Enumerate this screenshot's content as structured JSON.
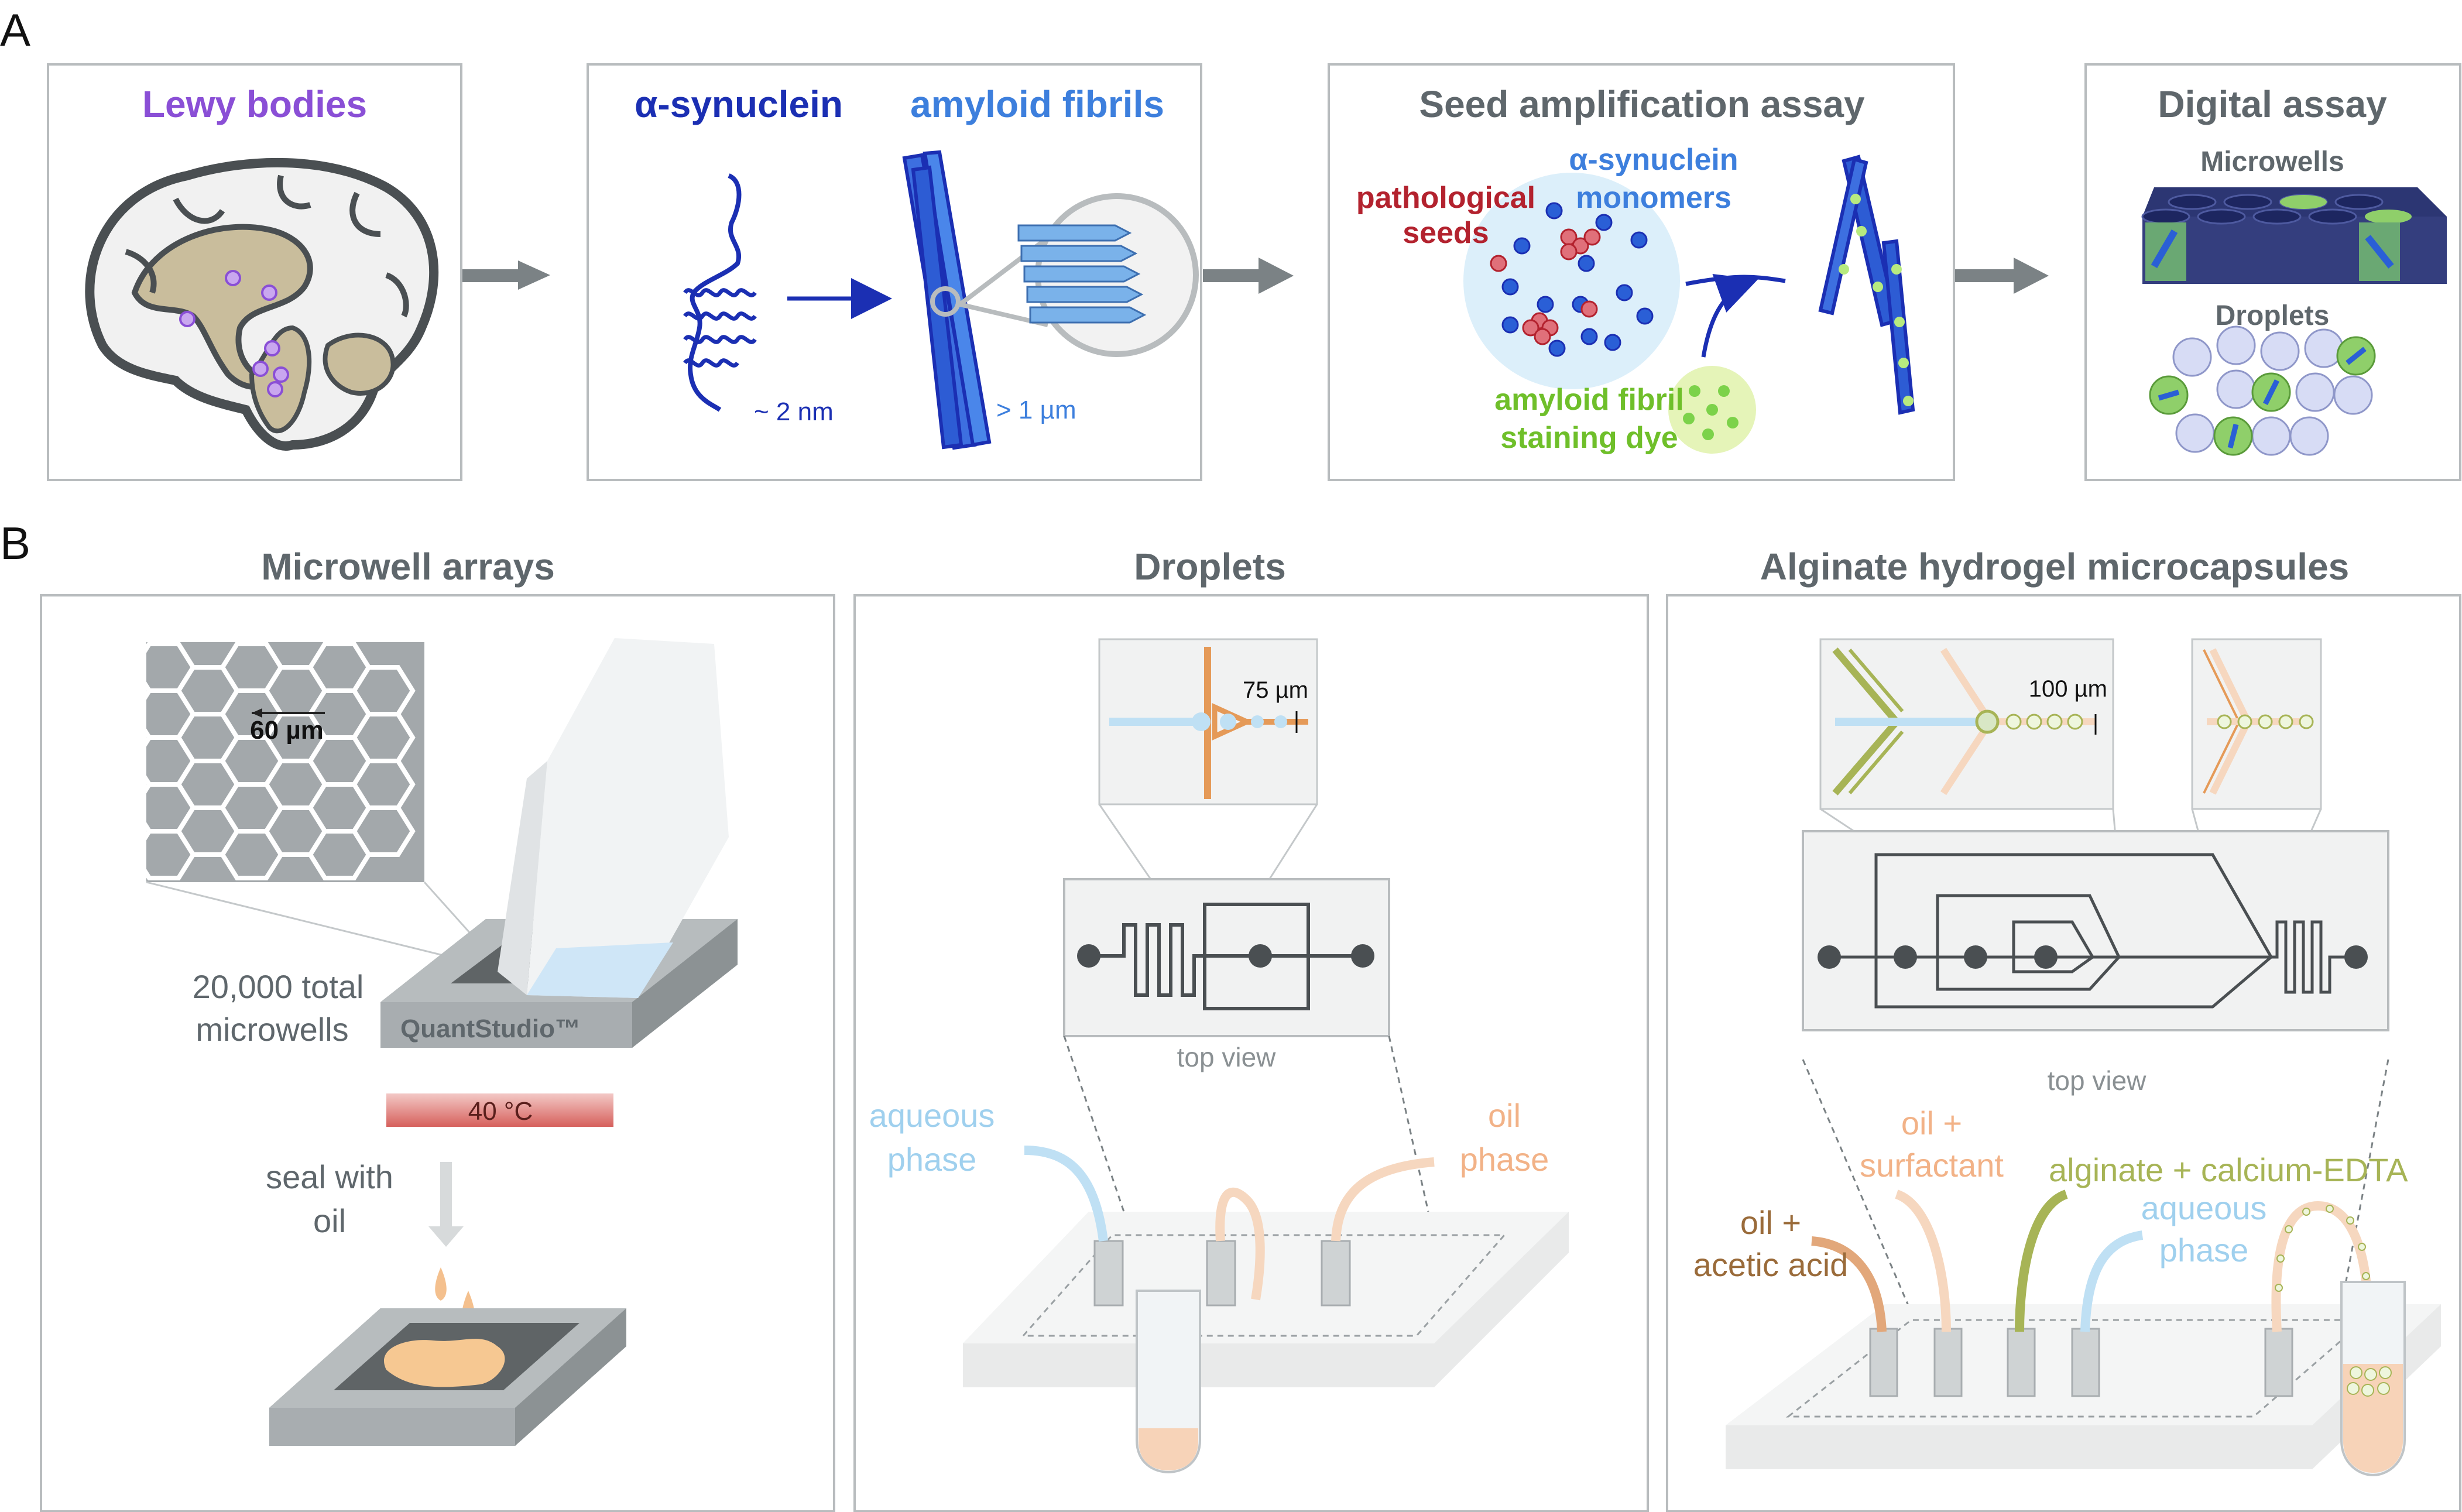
{
  "panel_a": {
    "letter": "A",
    "lewy": {
      "title": "Lewy bodies"
    },
    "synuclein": {
      "title_left": "α-synuclein",
      "title_right": "amyloid fibrils",
      "size_small": "~ 2 nm",
      "size_large": "> 1 µm"
    },
    "seed": {
      "title": "Seed amplification assay",
      "pathological_line1": "pathological",
      "pathological_line2": "seeds",
      "monomers_line1": "α-synuclein",
      "monomers_line2": "monomers",
      "dye_line1": "amyloid fibril",
      "dye_line2": "staining dye"
    },
    "digital": {
      "title": "Digital assay",
      "microwells": "Microwells",
      "droplets": "Droplets"
    }
  },
  "panel_b": {
    "letter": "B",
    "microwell": {
      "title": "Microwell arrays",
      "scale": "60 µm",
      "total_line1": "20,000 total",
      "total_line2": "microwells",
      "instrument": "QuantStudio™",
      "temperature": "40 °C",
      "seal_line1": "seal with",
      "seal_line2": "oil"
    },
    "droplets": {
      "title": "Droplets",
      "scale": "75 µm",
      "top_view": "top view",
      "aqueous_line1": "aqueous",
      "aqueous_line2": "phase",
      "oil_line1": "oil",
      "oil_line2": "phase"
    },
    "alginate": {
      "title": "Alginate hydrogel microcapsules",
      "scale": "100 µm",
      "top_view": "top view",
      "oil_surf_line1": "oil +",
      "oil_surf_line2": "surfactant",
      "oil_acid_line1": "oil +",
      "oil_acid_line2": "acetic acid",
      "alginate": "alginate + calcium-EDTA",
      "aqueous_line1": "aqueous",
      "aqueous_line2": "phase"
    }
  },
  "colors": {
    "purple": "#8a4fd6",
    "navy": "#1b2fb3",
    "blue": "#3d7fdd",
    "red": "#b3222e",
    "green": "#6fbf2a",
    "gray_text": "#5f676c",
    "orange": "#e59a58",
    "light_blue": "#9fd0ee",
    "olive": "#a7b456",
    "brown": "#9a6b3a"
  }
}
